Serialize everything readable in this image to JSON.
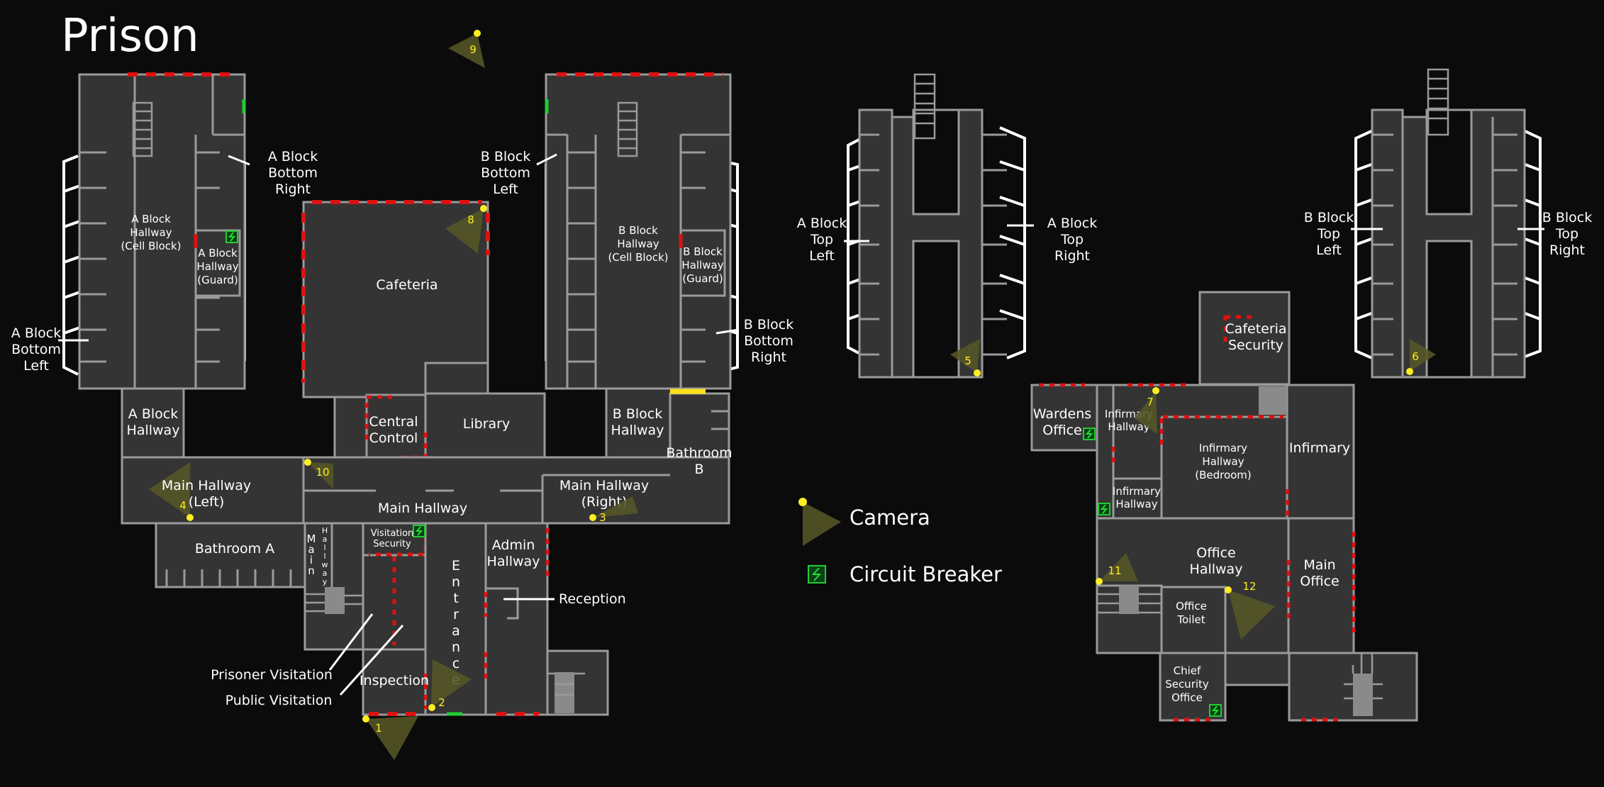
{
  "title": "Prison",
  "legend": {
    "camera": "Camera",
    "breaker": "Circuit Breaker"
  },
  "colors": {
    "background": "#0b0b0b",
    "room": "#343434",
    "wall": "#9a9a9a",
    "door": "#dd1111",
    "open_door": "#22cc33",
    "camera": "#ffee22",
    "camera_cone": "#565628",
    "breaker": "#22dd33"
  },
  "rooms": {
    "a_block_cell": [
      "A Block",
      "Hallway",
      "(Cell Block)"
    ],
    "a_block_guard": [
      "A Block",
      "Hallway",
      "(Guard)"
    ],
    "b_block_cell": [
      "B Block",
      "Hallway",
      "(Cell Block)"
    ],
    "b_block_guard": [
      "B Block",
      "Hallway",
      "(Guard)"
    ],
    "cafeteria": "Cafeteria",
    "a_block_hallway": [
      "A Block",
      "Hallway"
    ],
    "b_block_hallway": [
      "B Block",
      "Hallway"
    ],
    "central_control": [
      "Central",
      "Control"
    ],
    "library": "Library",
    "bathroom_b": [
      "Bathroom",
      "B"
    ],
    "main_hallway_left": [
      "Main Hallway",
      "(Left)"
    ],
    "main_hallway": "Main Hallway",
    "main_hallway_right": [
      "Main Hallway",
      "(Right)"
    ],
    "bathroom_a": "Bathroom A",
    "main_vertical": [
      "M",
      "a",
      "i",
      "n"
    ],
    "hallway_vertical": [
      "H",
      "a",
      "l",
      "l",
      "w",
      "a",
      "y"
    ],
    "visitation_security": [
      "Visitation",
      "Security"
    ],
    "entrance_vertical": [
      "E",
      "n",
      "t",
      "r",
      "a",
      "n",
      "c",
      "e"
    ],
    "admin_hallway": [
      "Admin",
      "Hallway"
    ],
    "inspection": "Inspection",
    "cafeteria_security": [
      "Cafeteria",
      "Security"
    ],
    "wardens_office": [
      "Wardens",
      "Office"
    ],
    "infirmary_hallway_upper": [
      "Infirmary",
      "Hallway"
    ],
    "infirmary_bedroom": [
      "Infirmary",
      "Hallway",
      "(Bedroom)"
    ],
    "infirmary": "Infirmary",
    "infirmary_hallway_lower": [
      "Infirmary",
      "Hallway"
    ],
    "office_hallway": [
      "Office",
      "Hallway"
    ],
    "main_office": [
      "Main",
      "Office"
    ],
    "office_toilet": [
      "Office",
      "Toilet"
    ],
    "chief_security_office": [
      "Chief",
      "Security",
      "Office"
    ]
  },
  "callouts": {
    "a_block_bottom_right": [
      "A Block",
      "Bottom",
      "Right"
    ],
    "a_block_bottom_left": [
      "A Block",
      "Bottom",
      "Left"
    ],
    "b_block_bottom_left": [
      "B Block",
      "Bottom",
      "Left"
    ],
    "b_block_bottom_right": [
      "B Block",
      "Bottom",
      "Right"
    ],
    "a_block_top_left": [
      "A Block",
      "Top",
      "Left"
    ],
    "a_block_top_right": [
      "A Block",
      "Top",
      "Right"
    ],
    "b_block_top_left": [
      "B Block",
      "Top",
      "Left"
    ],
    "b_block_top_right": [
      "B Block",
      "Top",
      "Right"
    ],
    "reception": "Reception",
    "prisoner_visitation": "Prisoner Visitation",
    "public_visitation": "Public Visitation"
  },
  "cameras": [
    "1",
    "2",
    "3",
    "4",
    "5",
    "6",
    "7",
    "8",
    "9",
    "10",
    "11",
    "12"
  ]
}
